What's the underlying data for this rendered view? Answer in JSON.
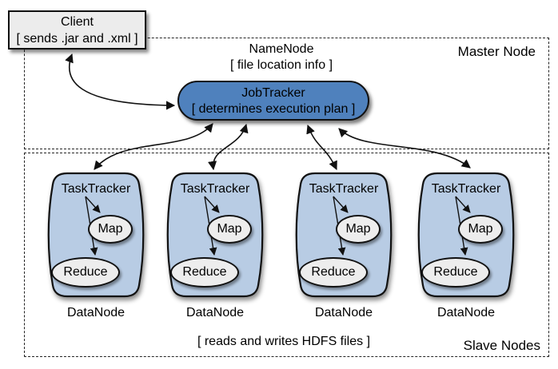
{
  "client": {
    "title": "Client",
    "subtitle": "[ sends .jar and .xml ]"
  },
  "master_node": {
    "label": "Master Node",
    "namenode": {
      "title": "NameNode",
      "subtitle": "[ file location info ]"
    },
    "jobtracker": {
      "title": "JobTracker",
      "subtitle": "[ determines execution plan ]"
    }
  },
  "slave_nodes": {
    "label": "Slave Nodes",
    "hdfs_note": "[ reads and writes HDFS files ]",
    "trackers": [
      {
        "title": "TaskTracker",
        "map": "Map",
        "reduce": "Reduce",
        "datanode": "DataNode"
      },
      {
        "title": "TaskTracker",
        "map": "Map",
        "reduce": "Reduce",
        "datanode": "DataNode"
      },
      {
        "title": "TaskTracker",
        "map": "Map",
        "reduce": "Reduce",
        "datanode": "DataNode"
      },
      {
        "title": "TaskTracker",
        "map": "Map",
        "reduce": "Reduce",
        "datanode": "DataNode"
      }
    ]
  },
  "colors": {
    "jobtracker_fill": "#4f81bd",
    "tasktracker_fill": "#b8cce4",
    "node_gray_fill": "#ededed",
    "outline": "#111111"
  }
}
